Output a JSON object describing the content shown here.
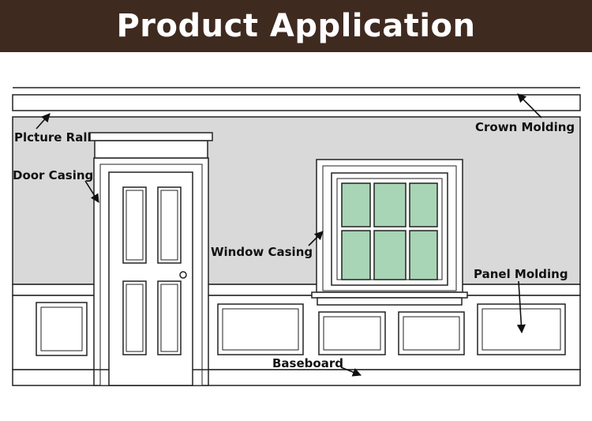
{
  "header": {
    "title": "Product Application"
  },
  "labels": {
    "picture_rail": "Plcture Rall",
    "crown_molding": "Crown Molding",
    "door_casing": "Door Casing",
    "window_casing": "Window Casing",
    "panel_molding": "Panel Molding",
    "baseboard": "Baseboard"
  },
  "colors": {
    "banner": "#3f2a20",
    "wall": "#d9d9d9",
    "trim": "#ffffff",
    "outline": "#222222",
    "glass": "#a8d5b5"
  }
}
